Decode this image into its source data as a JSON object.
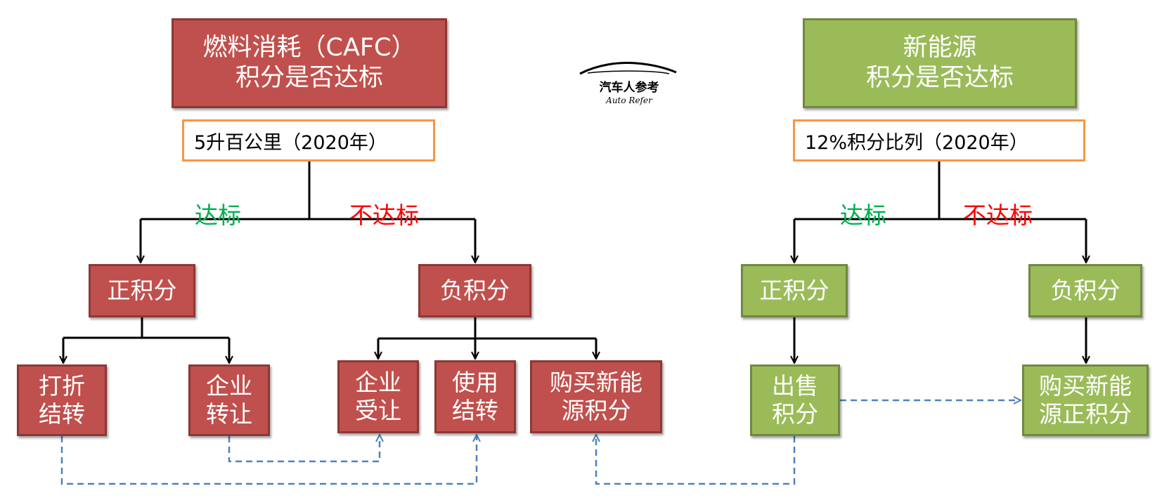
{
  "logo": {
    "cn": "汽车人参考",
    "en": "Auto Refer"
  },
  "left": {
    "title": "燃料消耗（CAFC）\n积分是否达标",
    "criterion": "5升百公里（2020年）",
    "pass_label": "达标",
    "fail_label": "不达标",
    "positive": "正积分",
    "negative": "负积分",
    "discount_carryover": "打折\n结转",
    "company_transfer": "企业\n转让",
    "company_receive": "企业\n受让",
    "use_carryover": "使用\n结转",
    "buy_nev": "购买新能\n源积分"
  },
  "right": {
    "title": "新能源\n积分是否达标",
    "criterion": "12%积分比列（2020年）",
    "pass_label": "达标",
    "fail_label": "不达标",
    "positive": "正积分",
    "negative": "负积分",
    "sell": "出售\n积分",
    "buy_positive": "购买新能\n源正积分"
  },
  "colors": {
    "red_fill": "#c0504d",
    "green_fill": "#9bbb59",
    "criterion_border": "#f79646",
    "pass_text": "#00b050",
    "fail_text": "#ff0000",
    "dashed_link": "#4f81bd"
  }
}
